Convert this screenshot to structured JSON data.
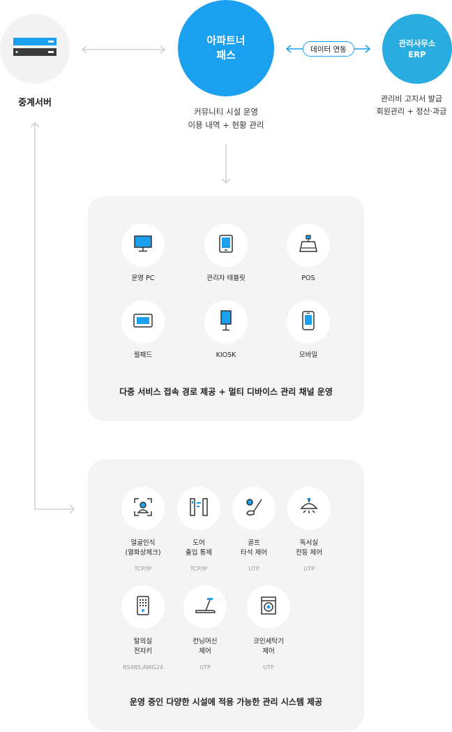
{
  "server": {
    "label": "중계서버",
    "icon": "server-icon"
  },
  "partner": {
    "line1": "아파트너",
    "line2": "패스",
    "desc_line1": "커뮤니티 시설 운영",
    "desc_line2": "이용 내역 + 현황 관리"
  },
  "sync": {
    "label": "데이터 연동"
  },
  "erp": {
    "line1": "관리사무소",
    "line2": "ERP",
    "desc_line1": "관리비 고지서 발급",
    "desc_line2": "회원관리 + 정산·과금"
  },
  "devices": {
    "items": [
      {
        "label": "운영 PC",
        "icon": "monitor-icon"
      },
      {
        "label": "관리자 태블릿",
        "icon": "tablet-icon"
      },
      {
        "label": "POS",
        "icon": "pos-icon"
      },
      {
        "label": "월패드",
        "icon": "wallpad-icon"
      },
      {
        "label": "KIOSK",
        "icon": "kiosk-icon"
      },
      {
        "label": "모바일",
        "icon": "mobile-icon"
      }
    ],
    "caption": "다중 서비스 접속 경로 제공 + 멀티 디바이스 관리 채널 운영"
  },
  "facilities": {
    "items": [
      {
        "line1": "얼굴인식",
        "line2": "(열화상체크)",
        "proto": "TCP/IP",
        "icon": "face-recognition-icon"
      },
      {
        "line1": "도어",
        "line2": "출입 통제",
        "proto": "TCP/IP",
        "icon": "gate-icon"
      },
      {
        "line1": "골프",
        "line2": "타석 제어",
        "proto": "UTP",
        "icon": "golf-icon"
      },
      {
        "line1": "독서실",
        "line2": "전등 제어",
        "proto": "UTP",
        "icon": "lamp-icon"
      },
      {
        "line1": "탈의실",
        "line2": "전자키",
        "proto": "RS485,AWG24",
        "icon": "keypad-icon"
      },
      {
        "line1": "런닝머신",
        "line2": "제어",
        "proto": "UTP",
        "icon": "treadmill-icon"
      },
      {
        "line1": "코인세탁기",
        "line2": "제어",
        "proto": "UTP",
        "icon": "washer-icon"
      }
    ],
    "caption": "운영 중인 다양한 시설에 적용 가능한 관리 시스템 제공"
  },
  "colors": {
    "primary": "#1aa0ef",
    "erp": "#29acdf",
    "panel": "#f4f4f4",
    "arrow": "#c8c8c8"
  }
}
